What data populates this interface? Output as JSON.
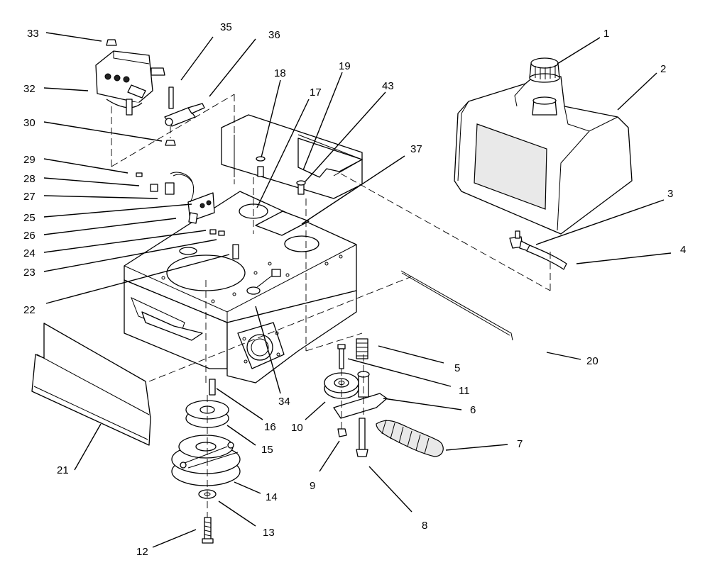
{
  "diagram": {
    "callouts": [
      {
        "id": "c1",
        "label": "1"
      },
      {
        "id": "c2",
        "label": "2"
      },
      {
        "id": "c3",
        "label": "3"
      },
      {
        "id": "c4",
        "label": "4"
      },
      {
        "id": "c5",
        "label": "5"
      },
      {
        "id": "c6",
        "label": "6"
      },
      {
        "id": "c7",
        "label": "7"
      },
      {
        "id": "c8",
        "label": "8"
      },
      {
        "id": "c9",
        "label": "9"
      },
      {
        "id": "c10",
        "label": "10"
      },
      {
        "id": "c11",
        "label": "11"
      },
      {
        "id": "c12",
        "label": "12"
      },
      {
        "id": "c13",
        "label": "13"
      },
      {
        "id": "c14",
        "label": "14"
      },
      {
        "id": "c15",
        "label": "15"
      },
      {
        "id": "c16",
        "label": "16"
      },
      {
        "id": "c17",
        "label": "17"
      },
      {
        "id": "c18",
        "label": "18"
      },
      {
        "id": "c19",
        "label": "19"
      },
      {
        "id": "c20",
        "label": "20"
      },
      {
        "id": "c21",
        "label": "21"
      },
      {
        "id": "c22",
        "label": "22"
      },
      {
        "id": "c23",
        "label": "23"
      },
      {
        "id": "c24",
        "label": "24"
      },
      {
        "id": "c25",
        "label": "25"
      },
      {
        "id": "c26",
        "label": "26"
      },
      {
        "id": "c27",
        "label": "27"
      },
      {
        "id": "c28",
        "label": "28"
      },
      {
        "id": "c29",
        "label": "29"
      },
      {
        "id": "c30",
        "label": "30"
      },
      {
        "id": "c32",
        "label": "32"
      },
      {
        "id": "c33",
        "label": "33"
      },
      {
        "id": "c34",
        "label": "34"
      },
      {
        "id": "c35",
        "label": "35"
      },
      {
        "id": "c36",
        "label": "36"
      },
      {
        "id": "c37",
        "label": "37"
      },
      {
        "id": "c43",
        "label": "43"
      }
    ]
  }
}
